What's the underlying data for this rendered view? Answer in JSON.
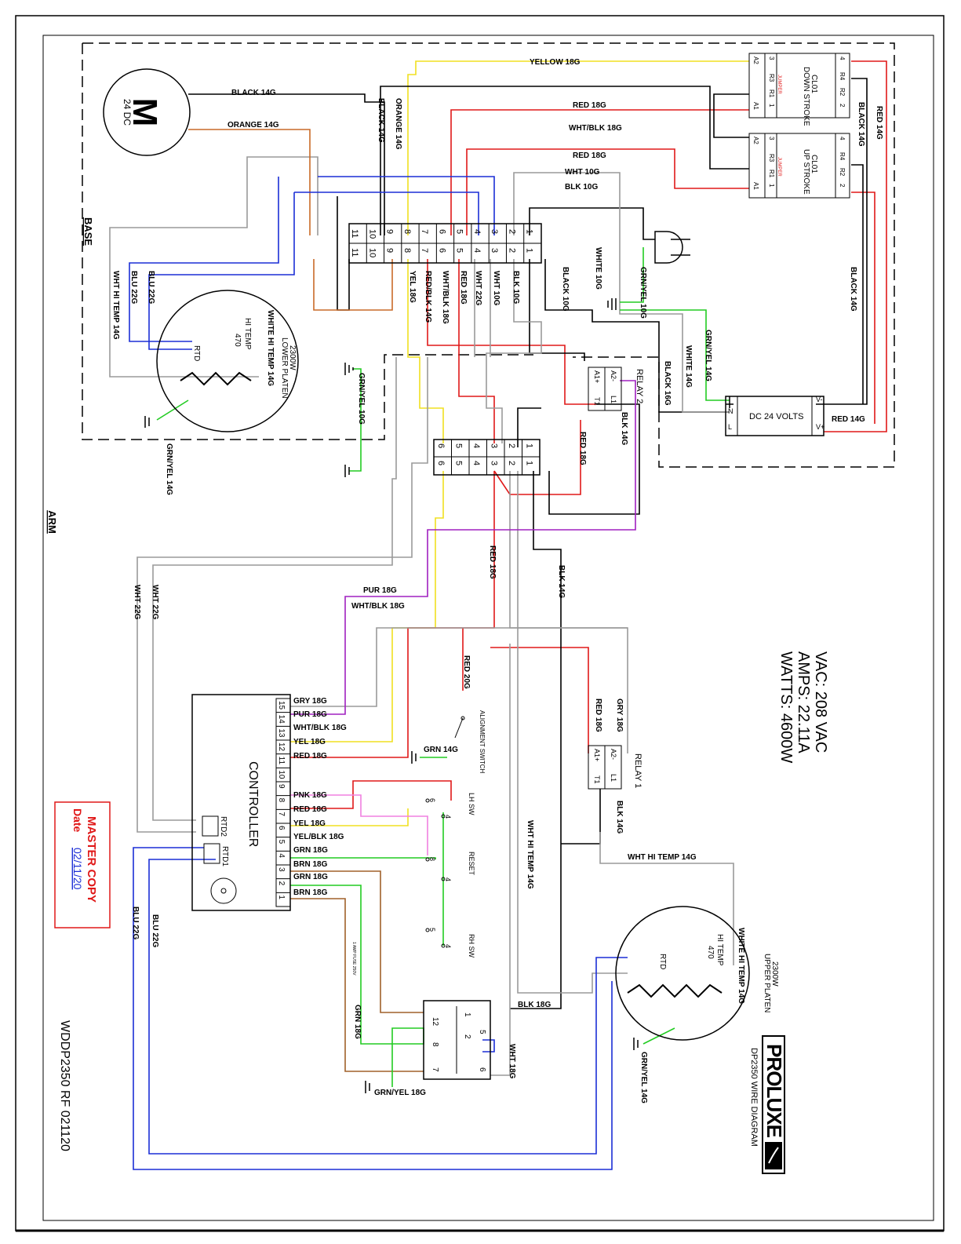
{
  "sections": {
    "base": "BASE",
    "arm": "ARM"
  },
  "motor": {
    "symbol": "M",
    "rating": "24 DC"
  },
  "ratings": {
    "vac": "VAC: 208 VAC",
    "amps": "AMPS: 22.11A",
    "watts": "WATTS: 4600W"
  },
  "brand": {
    "name": "PROLUXE",
    "subtitle": "DP2350 WIRE DIAGRAM"
  },
  "doc_code": "WDDP2350 RF 021120",
  "stamp": {
    "title": "MASTER COPY",
    "date_label": "Date",
    "date_value": "02/11/20"
  },
  "relays": {
    "cl01_down": {
      "name": "CL01",
      "desc": "DOWN STROKE",
      "jumper": "JUMPER",
      "pins_left": [
        "A2",
        "3",
        "R3",
        "R1",
        "A1",
        "1"
      ],
      "pins_right": [
        "4",
        "R4",
        "R2",
        "2"
      ]
    },
    "cl01_up": {
      "name": "CL01",
      "desc": "UP STROKE",
      "jumper": "JUMPER",
      "pins_left": [
        "A2",
        "3",
        "R3",
        "R1",
        "A1",
        "1"
      ],
      "pins_right": [
        "4",
        "R4",
        "R2",
        "2"
      ]
    },
    "relay1": {
      "name": "RELAY 1",
      "pins": [
        "A1+",
        "A2-",
        "L1",
        "T1"
      ]
    },
    "relay2": {
      "name": "RELAY 2",
      "pins": [
        "A1+",
        "A2-",
        "L1",
        "T1"
      ]
    }
  },
  "terminal_blocks": {
    "base": [
      "11",
      "10",
      "9",
      "8",
      "7",
      "6",
      "5",
      "4",
      "3",
      "2",
      "1"
    ],
    "arm": [
      "6",
      "5",
      "4",
      "3",
      "2",
      "1"
    ]
  },
  "power_supply": {
    "label": "DC 24 VOLTS",
    "terminals": [
      "V-",
      "N",
      "L",
      "V+"
    ]
  },
  "platens": {
    "lower": {
      "title": "2300W",
      "subtitle": "LOWER PLATEN",
      "temp": "HI TEMP",
      "rating": "470",
      "rtd": "RTD",
      "lead": "WHITE HI TEMP 14G"
    },
    "upper": {
      "title": "2300W",
      "subtitle": "UPPER PLATEN",
      "temp": "HI TEMP",
      "rating": "470",
      "rtd": "RTD",
      "lead": "WHITE HI TEMP 14G"
    }
  },
  "controller": {
    "title": "CONTROLLER",
    "pins": [
      "15",
      "14",
      "13",
      "12",
      "11",
      "10",
      "9",
      "8",
      "7",
      "6",
      "5",
      "4",
      "3",
      "2",
      "1"
    ],
    "rtd_ports": [
      "RTD2",
      "RTD1"
    ],
    "wires": [
      "GRY 18G",
      "PUR 18G",
      "WHT/BLK 18G",
      "YEL 18G",
      "RED 18G",
      "PNK 18G",
      "RED 18G",
      "YEL 18G",
      "YEL/BLK 18G",
      "GRN 18G",
      "BRN 18G",
      "GRN 18G",
      "BRN 18G"
    ]
  },
  "switches": {
    "alignment": "ALIGNMENT SWITCH",
    "lh": "LH SW",
    "rh": "RH SW",
    "reset": "RESET",
    "fuse": "1 AMP FUSE 250V",
    "terminals": {
      "lh": [
        "6",
        "4"
      ],
      "reset": [
        "8",
        "4"
      ],
      "rh": [
        "5",
        "4"
      ]
    }
  },
  "transformer": {
    "terminals": [
      "12",
      "8",
      "7",
      "1",
      "2",
      "5",
      "6"
    ]
  },
  "wire_labels": [
    {
      "id": "w1",
      "text": "YELLOW 18G"
    },
    {
      "id": "w2",
      "text": "BLACK 14G"
    },
    {
      "id": "w3",
      "text": "ORANGE 14G"
    },
    {
      "id": "w4",
      "text": "RED 18G"
    },
    {
      "id": "w5",
      "text": "WHT/BLK 18G"
    },
    {
      "id": "w6",
      "text": "RED 18G"
    },
    {
      "id": "w7",
      "text": "WHT 10G"
    },
    {
      "id": "w8",
      "text": "BLK 10G"
    },
    {
      "id": "w9",
      "text": "BLACK 14G"
    },
    {
      "id": "w10",
      "text": "ORANGE 14G"
    },
    {
      "id": "w11",
      "text": "BLACK 14G"
    },
    {
      "id": "w12",
      "text": "RED 14G"
    },
    {
      "id": "w13",
      "text": "BLACK 14G"
    },
    {
      "id": "w14",
      "text": "WHITE 10G"
    },
    {
      "id": "w15",
      "text": "GRN/YEL 10G"
    },
    {
      "id": "w16",
      "text": "BLACK 10G"
    },
    {
      "id": "w17",
      "text": "GRN/YEL 14G"
    },
    {
      "id": "w18",
      "text": "WHITE 14G"
    },
    {
      "id": "w19",
      "text": "BLACK 16G"
    },
    {
      "id": "w20",
      "text": "RED 14G"
    },
    {
      "id": "w21",
      "text": "YEL 18G"
    },
    {
      "id": "w22",
      "text": "RED/BLK 14G"
    },
    {
      "id": "w23",
      "text": "WHT/BLK 18G"
    },
    {
      "id": "w24",
      "text": "RED 18G"
    },
    {
      "id": "w25",
      "text": "WHT 22G"
    },
    {
      "id": "w26",
      "text": "WHT 10G"
    },
    {
      "id": "w27",
      "text": "BLK 10G"
    },
    {
      "id": "w28",
      "text": "WHT HI TEMP 14G"
    },
    {
      "id": "w29",
      "text": "BLU 22G"
    },
    {
      "id": "w30",
      "text": "BLU 22G"
    },
    {
      "id": "w31",
      "text": "GRN/YEL 10G"
    },
    {
      "id": "w32",
      "text": "GRN/YEL 14G"
    },
    {
      "id": "w33",
      "text": "RED 18G"
    },
    {
      "id": "w34",
      "text": "BLK 14G"
    },
    {
      "id": "w35",
      "text": "RED 18G"
    },
    {
      "id": "w36",
      "text": "BLK 14G"
    },
    {
      "id": "w37",
      "text": "PUR 18G"
    },
    {
      "id": "w38",
      "text": "WHT/BLK 18G"
    },
    {
      "id": "w39",
      "text": "WHT 22G"
    },
    {
      "id": "w40",
      "text": "WHT 22G"
    },
    {
      "id": "w41",
      "text": "RED 20G"
    },
    {
      "id": "w42",
      "text": "GRN 14G"
    },
    {
      "id": "w43",
      "text": "RED 18G"
    },
    {
      "id": "w44",
      "text": "GRY 18G"
    },
    {
      "id": "w45",
      "text": "BLK 14G"
    },
    {
      "id": "w46",
      "text": "WHT HI TEMP 14G"
    },
    {
      "id": "w47",
      "text": "WHT HI TEMP 14G"
    },
    {
      "id": "w48",
      "text": "BLK 18G"
    },
    {
      "id": "w49",
      "text": "WHT 18G"
    },
    {
      "id": "w50",
      "text": "GRN 18G"
    },
    {
      "id": "w51",
      "text": "GRN/YEL 18G"
    },
    {
      "id": "w52",
      "text": "GRN/YEL 14G"
    },
    {
      "id": "w53",
      "text": "BLU 22G"
    },
    {
      "id": "w54",
      "text": "BLU 22G"
    }
  ],
  "colors": {
    "red": "#e01818",
    "blue": "#1c2fd6",
    "yellow": "#f0e020",
    "green": "#22cc22",
    "orange": "#c96a28",
    "purple": "#a020c0",
    "pink": "#f080e0",
    "gray": "#9a9a9a",
    "brown": "#a0602a"
  }
}
